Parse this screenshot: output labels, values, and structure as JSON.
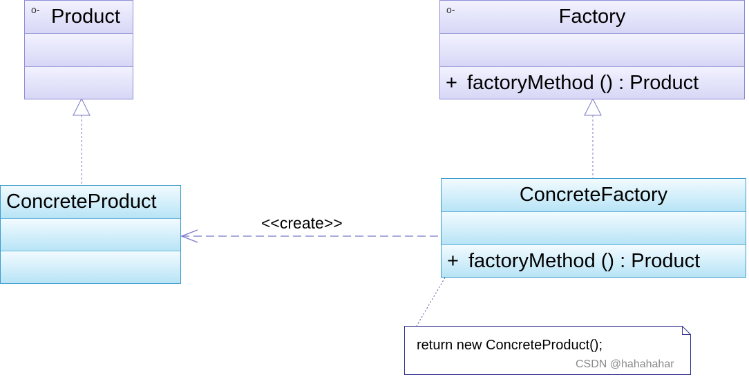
{
  "classes": {
    "product": {
      "name": "Product"
    },
    "factory": {
      "name": "Factory",
      "operation": {
        "visibility": "+",
        "signature": "factoryMethod () : Product"
      }
    },
    "concrete_product": {
      "name": "ConcreteProduct"
    },
    "concrete_factory": {
      "name": "ConcreteFactory",
      "operation": {
        "visibility": "+",
        "signature": "factoryMethod () : Product"
      }
    }
  },
  "relations": {
    "create_label": "<<create>>"
  },
  "note": {
    "text": "return new ConcreteProduct();"
  },
  "watermark": "CSDN @hahahahar",
  "icons": {
    "visibility_marker": "o-"
  },
  "colors": {
    "interface_border": "#8c8cd6",
    "interface_fill": "#d7d7f6",
    "concrete_border": "#3a9ccc",
    "concrete_fill": "#b8e4f6",
    "link_line": "#7878c8"
  }
}
